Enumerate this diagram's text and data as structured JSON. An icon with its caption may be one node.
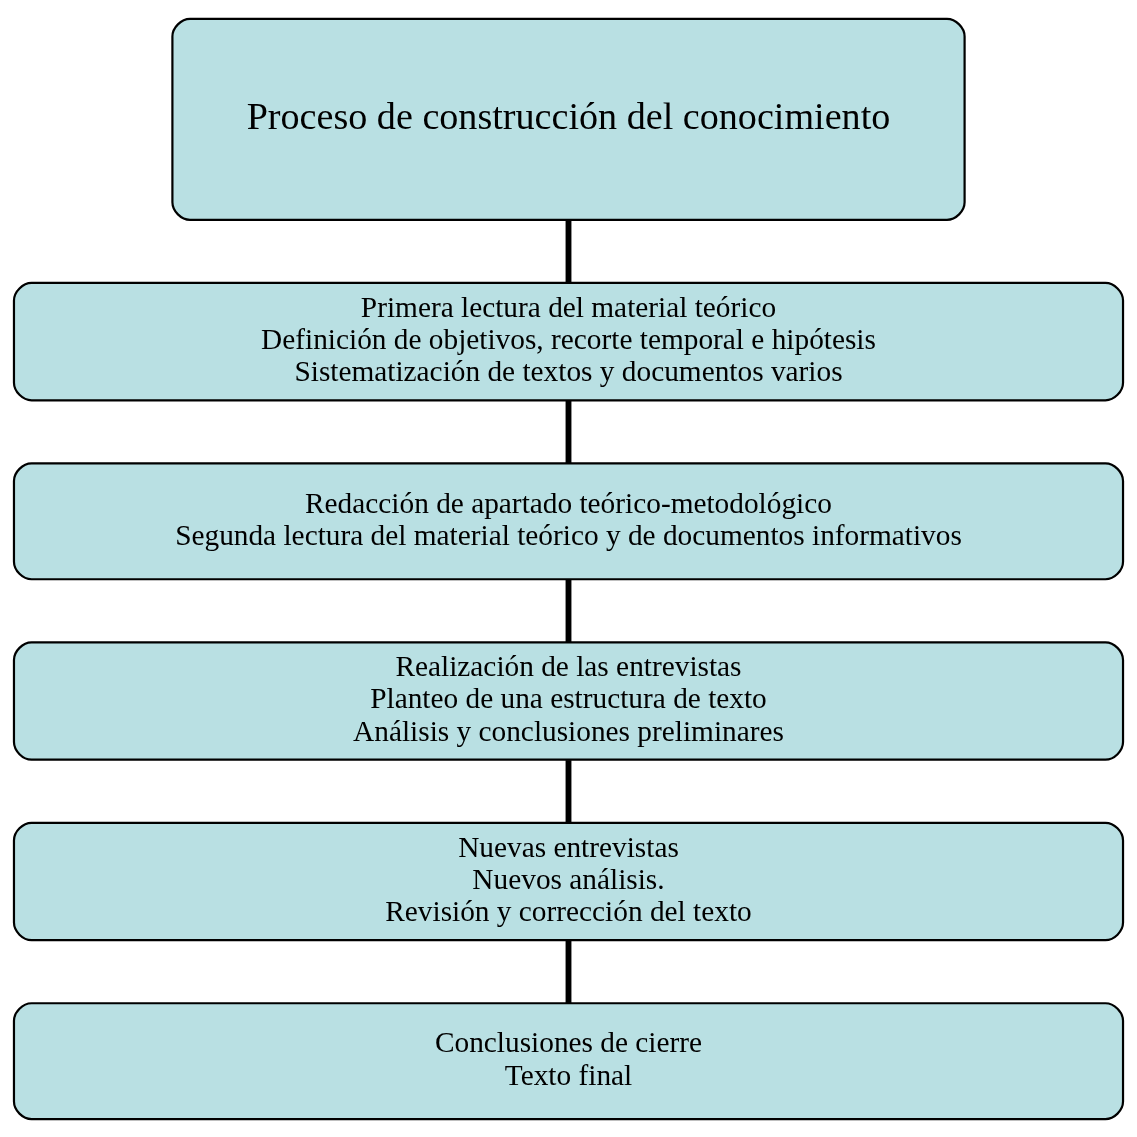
{
  "diagram": {
    "nodes": [
      {
        "text": [
          "Proceso de construcción del conocimiento"
        ]
      },
      {
        "text": [
          "Primera lectura del material teórico",
          "Definición de objetivos, recorte temporal e hipótesis",
          "Sistematización de textos y documentos varios"
        ]
      },
      {
        "text": [
          "Redacción de apartado teórico-metodológico",
          "Segunda lectura del material teórico y de documentos informativos"
        ]
      },
      {
        "text": [
          "Realización de las entrevistas",
          "Planteo de una estructura de texto",
          "Análisis y conclusiones preliminares"
        ]
      },
      {
        "text": [
          "Nuevas entrevistas",
          "Nuevos análisis.",
          "Revisión y corrección del texto"
        ]
      },
      {
        "text": [
          "Conclusiones de cierre",
          "Texto final"
        ]
      }
    ],
    "edges": [
      {
        "from": 0,
        "to": 1,
        "arrow": "none"
      },
      {
        "from": 1,
        "to": 2,
        "arrow": "none"
      },
      {
        "from": 2,
        "to": 3,
        "arrow": "none"
      },
      {
        "from": 3,
        "to": 4,
        "arrow": "none"
      },
      {
        "from": 4,
        "to": 5,
        "arrow": "none"
      }
    ]
  }
}
